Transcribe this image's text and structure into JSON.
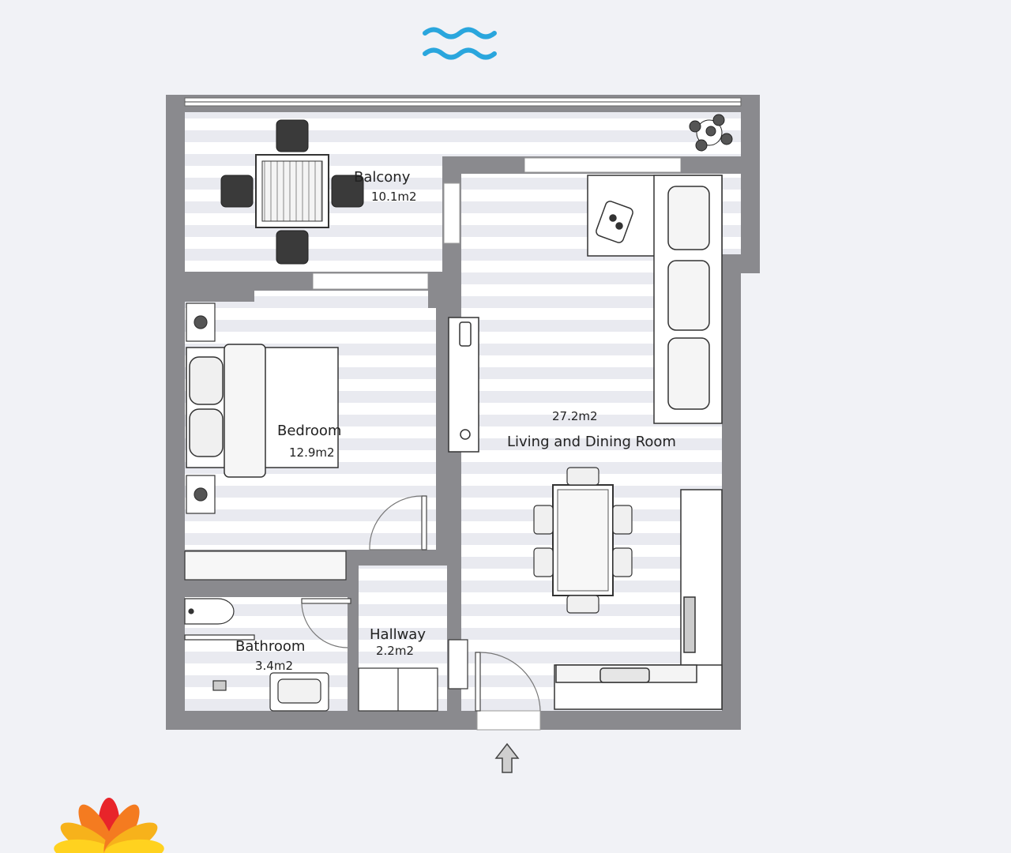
{
  "rooms": [
    {
      "id": "balcony",
      "name": "Balcony",
      "area": "10.1m2"
    },
    {
      "id": "bedroom",
      "name": "Bedroom",
      "area": "12.9m2"
    },
    {
      "id": "living",
      "name": "Living and Dining Room",
      "area": "27.2m2"
    },
    {
      "id": "hallway",
      "name": "Hallway",
      "area": "2.2m2"
    },
    {
      "id": "bathroom",
      "name": "Bathroom",
      "area": "3.4m2"
    }
  ],
  "icons": {
    "sea": "water-waves-icon",
    "entrance": "entrance-arrow-icon",
    "logo": "flower-logo-icon"
  },
  "colors": {
    "background": "#f1f2f6",
    "wall": "#8a8a8e",
    "floor_stripe": "#e9eaf0",
    "water": "#2aa6dd",
    "label": "#222222"
  }
}
